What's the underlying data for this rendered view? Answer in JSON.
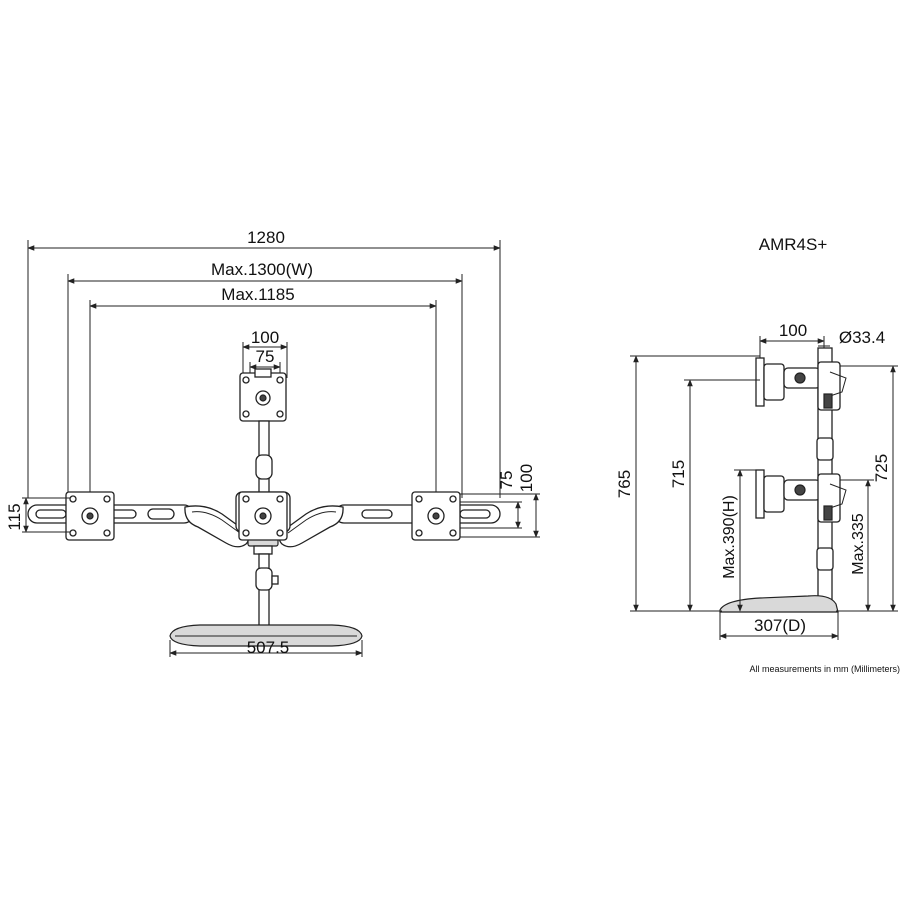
{
  "model": "AMR4S+",
  "footnote": "All measurements in mm (Millimeters)",
  "front_view": {
    "overall_width": "1280",
    "max_width": "Max.1300(W)",
    "max_span": "Max.1185",
    "vesa_outer": "100",
    "vesa_inner": "75",
    "vesa_side_inner": "75",
    "vesa_side_outer": "100",
    "arm_height": "115",
    "base_width": "507.5"
  },
  "side_view": {
    "vesa": "100",
    "pole_diameter": "Ø33.4",
    "total_height": "765",
    "height_a": "715",
    "height_b": "725",
    "max_height": "Max.390(H)",
    "max_lower": "Max.335",
    "base_depth": "307(D)"
  }
}
